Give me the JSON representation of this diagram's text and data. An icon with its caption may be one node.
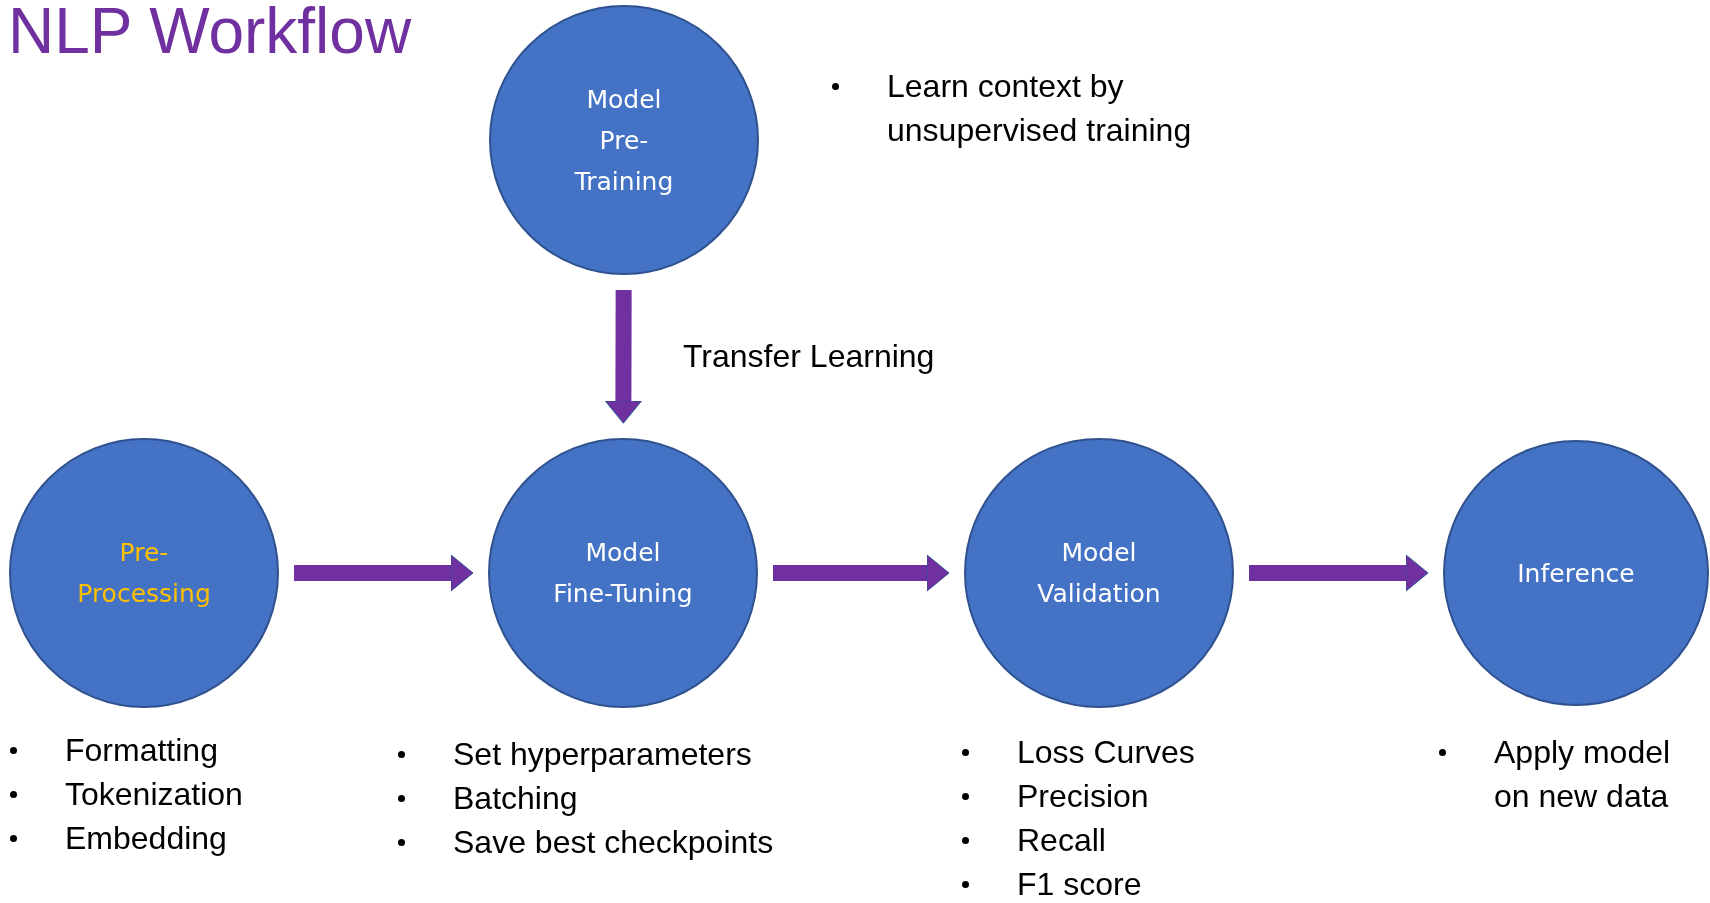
{
  "diagram": {
    "title": "NLP Workflow",
    "labels": [
      "Learn context by unsupervised training"
    ],
    "nodes": [
      {
        "text": [
          "Model Pre-Training"
        ]
      },
      {
        "text": [
          "Pre-Processing"
        ],
        "beside": [
          "Formatting",
          "Tokenization",
          "Embedding"
        ]
      },
      {
        "text": [
          "Model Fine-Tuning"
        ],
        "beside": [
          "Set hyperparameters",
          "Batching",
          "Save best checkpoints"
        ]
      },
      {
        "text": [
          "Model Validation"
        ],
        "beside": [
          "Loss Curves",
          "Precision",
          "Recall",
          "F1 score"
        ]
      },
      {
        "text": [
          "Inference"
        ],
        "beside": [
          "Apply model on new data"
        ]
      }
    ],
    "edges": [
      {
        "from": 0,
        "to": 2,
        "arrow": "to",
        "label": "Transfer Learning"
      },
      {
        "from": 1,
        "to": 2,
        "arrow": "to"
      },
      {
        "from": 2,
        "to": 3,
        "arrow": "to"
      },
      {
        "from": 3,
        "to": 4,
        "arrow": "to"
      }
    ]
  }
}
